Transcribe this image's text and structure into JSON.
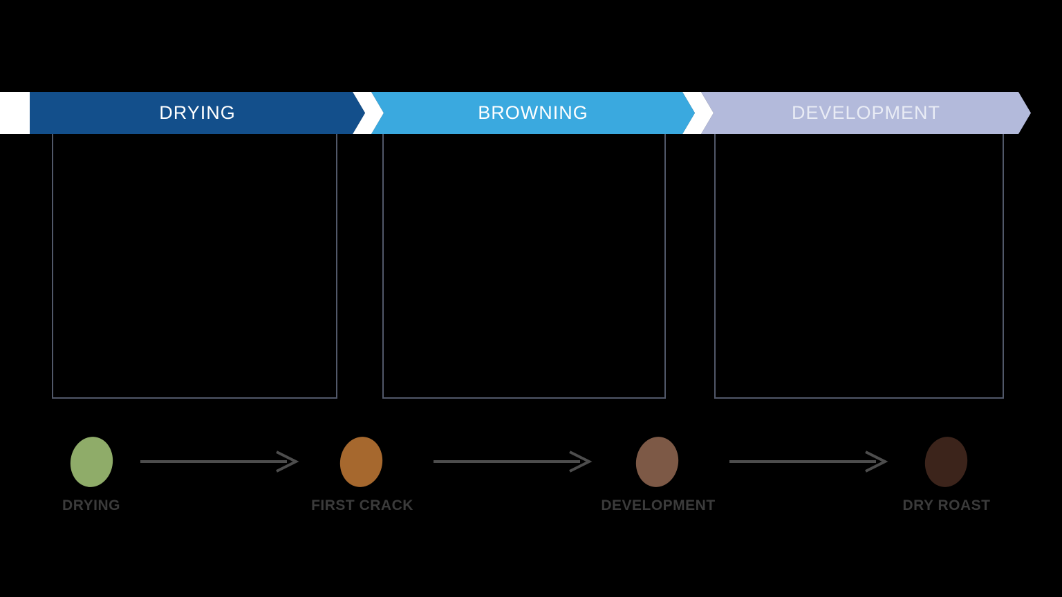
{
  "canvas": {
    "background": "#000000"
  },
  "phase_banner": {
    "tail_color": "#FFFFFF",
    "separator_color": "#FFFFFF",
    "phases": [
      {
        "label": "DRYING",
        "color": "#134F8B",
        "text_color": "#FFFFFF"
      },
      {
        "label": "BROWNING",
        "color": "#3AA9DF",
        "text_color": "#FFFFFF"
      },
      {
        "label": "DEVELOPMENT",
        "color": "#B3BADB",
        "text_color": "#E9ECF5"
      }
    ]
  },
  "panels": {
    "border_color": "#515869"
  },
  "timeline": {
    "arrow_color": "#4D4D4D",
    "label_color": "#3B3B3B",
    "stages": [
      {
        "label": "DRYING",
        "bean_color": "#8FAC69"
      },
      {
        "label": "FIRST CRACK",
        "bean_color": "#A6682E"
      },
      {
        "label": "DEVELOPMENT",
        "bean_color": "#7D5946"
      },
      {
        "label": "DRY ROAST",
        "bean_color": "#3C241B"
      }
    ]
  }
}
